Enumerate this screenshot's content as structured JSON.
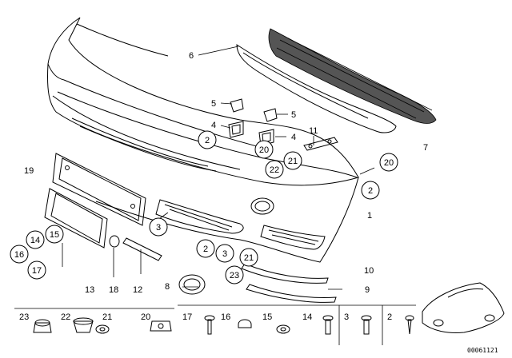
{
  "callouts": {
    "c6": "6",
    "c7": "7",
    "c5a": "5",
    "c5b": "5",
    "c4a": "4",
    "c4b": "4",
    "c11": "11",
    "c2a": "2",
    "c2b": "2",
    "c2c": "2",
    "c20a": "20",
    "c20b": "20",
    "c22": "22",
    "c21a": "21",
    "c21b": "21",
    "c19": "19",
    "c1": "1",
    "c3a": "3",
    "c3b": "3",
    "c15": "15",
    "c14": "14",
    "c16": "16",
    "c17": "17",
    "c10": "10",
    "c23": "23",
    "c8": "8",
    "c9": "9",
    "c13": "13",
    "c18": "18",
    "c12": "12"
  },
  "legend": {
    "l23": "23",
    "l22": "22",
    "l21": "21",
    "l20": "20",
    "l17": "17",
    "l16": "16",
    "l15": "15",
    "l14": "14",
    "l3": "3",
    "l2": "2"
  },
  "catalog_code": "00061121"
}
